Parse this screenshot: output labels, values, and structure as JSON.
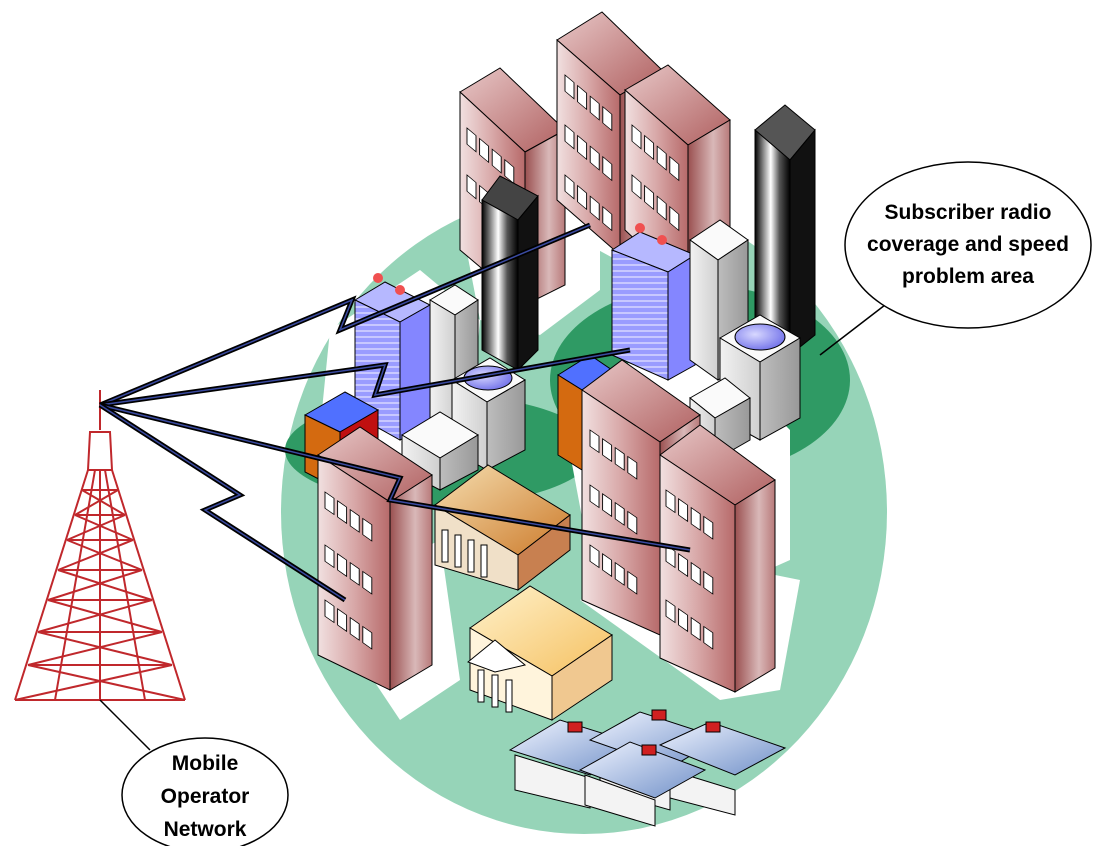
{
  "labels": {
    "problem_area": [
      "Subscriber radio",
      "coverage and speed",
      "problem area"
    ],
    "operator": [
      "Mobile",
      "Operator",
      "Network"
    ]
  },
  "colors": {
    "coverage_zone": "#96d4b8",
    "problem_zone": "#2f9a64",
    "tower": "#c0282c",
    "link": "#000000",
    "brick": "#a45a5a",
    "glass": "#8a8cff",
    "white_block": "#e6e6e6"
  },
  "icons": {
    "tower": "radio-tower-icon",
    "link": "lightning-link-icon",
    "building": "office-building-icon",
    "house": "house-icon"
  }
}
